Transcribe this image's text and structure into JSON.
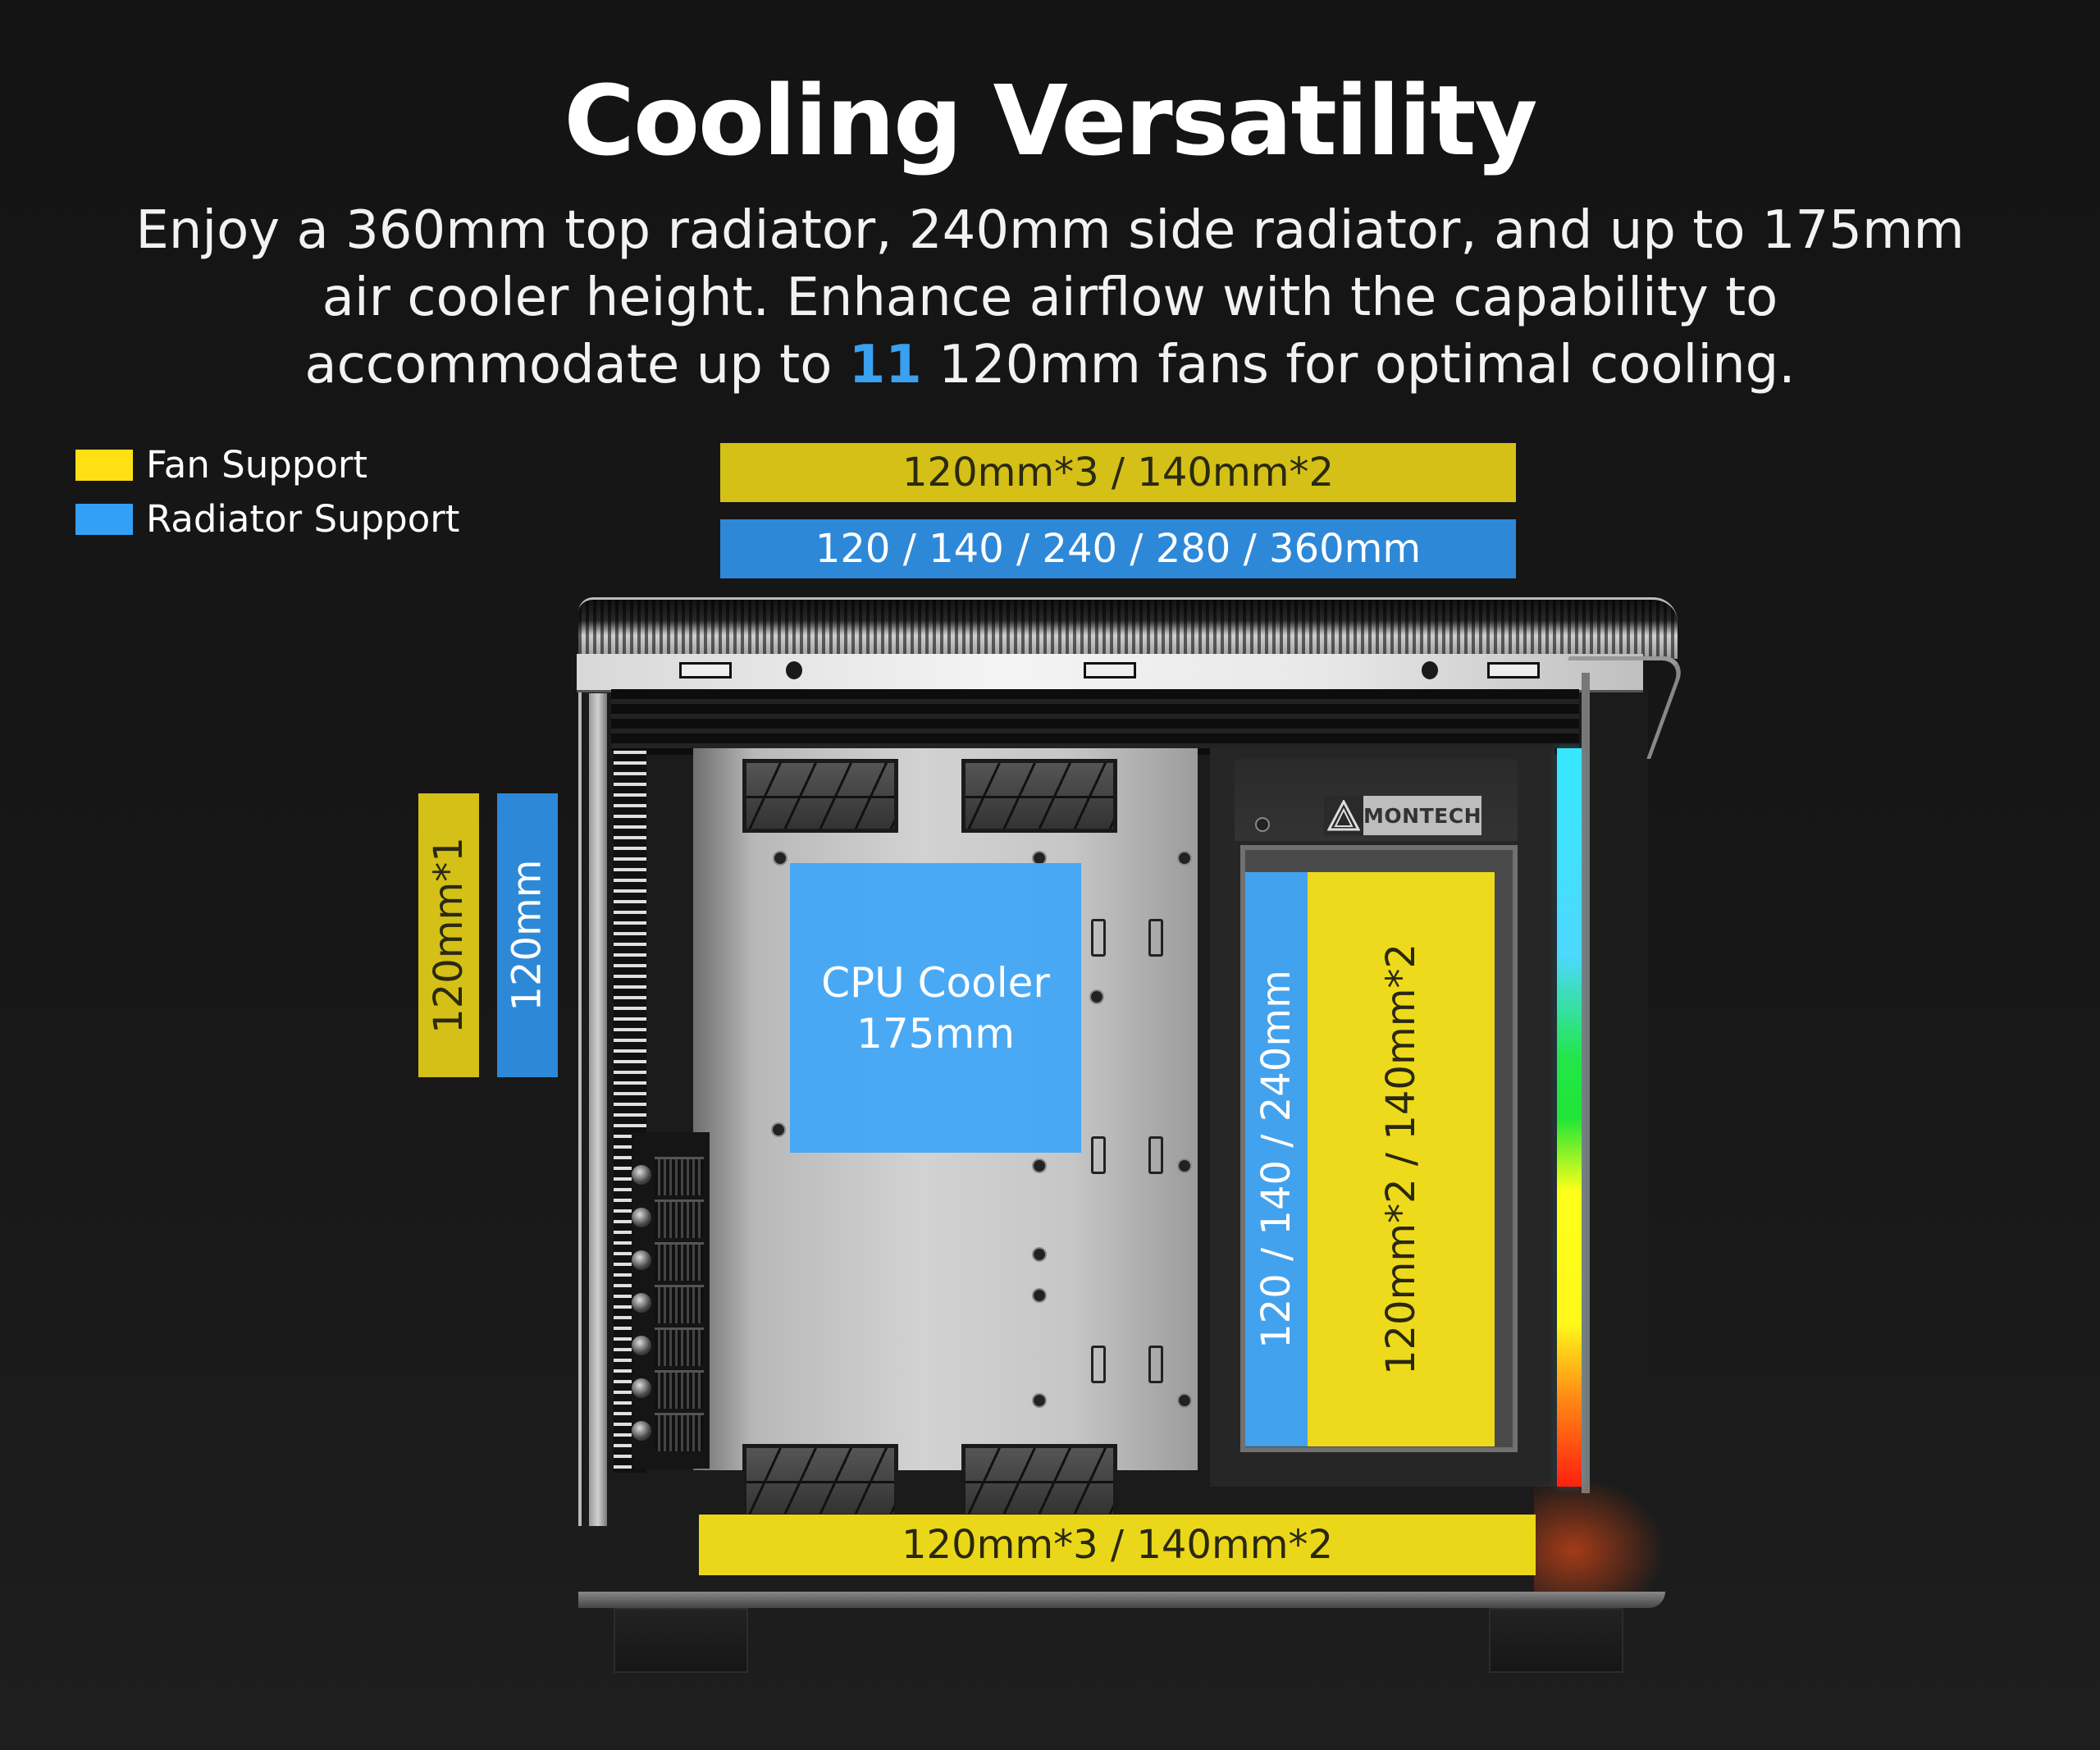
{
  "header": {
    "title": "Cooling Versatility",
    "description_part1": "Enjoy a 360mm top radiator, 240mm side radiator, and up to 175mm air cooler height. Enhance airflow with the capability to accommodate up to ",
    "description_highlight": "11",
    "description_part2": " 120mm fans for optimal cooling."
  },
  "legend": {
    "items": [
      {
        "label": "Fan Support",
        "color": "#ffe014"
      },
      {
        "label": "Radiator Support",
        "color": "#33a0f5"
      }
    ]
  },
  "annotations": {
    "top_fan": "120mm*3 / 140mm*2",
    "top_radiator": "120 / 140 / 240 / 280 / 360mm",
    "rear_fan": "120mm*1",
    "rear_radiator": "120mm",
    "cpu_cooler_line1": "CPU Cooler",
    "cpu_cooler_line2": "175mm",
    "side_radiator": "120 / 140 / 240mm",
    "side_fan": "120mm*2 / 140mm*2",
    "bottom_fan": "120mm*3 / 140mm*2"
  },
  "case": {
    "brand_label": "MONTECH"
  },
  "colors": {
    "fan_bar": "#d4c016",
    "radiator_bar": "#2e88d8",
    "highlight": "#3aa0f0",
    "background": "#161616"
  }
}
